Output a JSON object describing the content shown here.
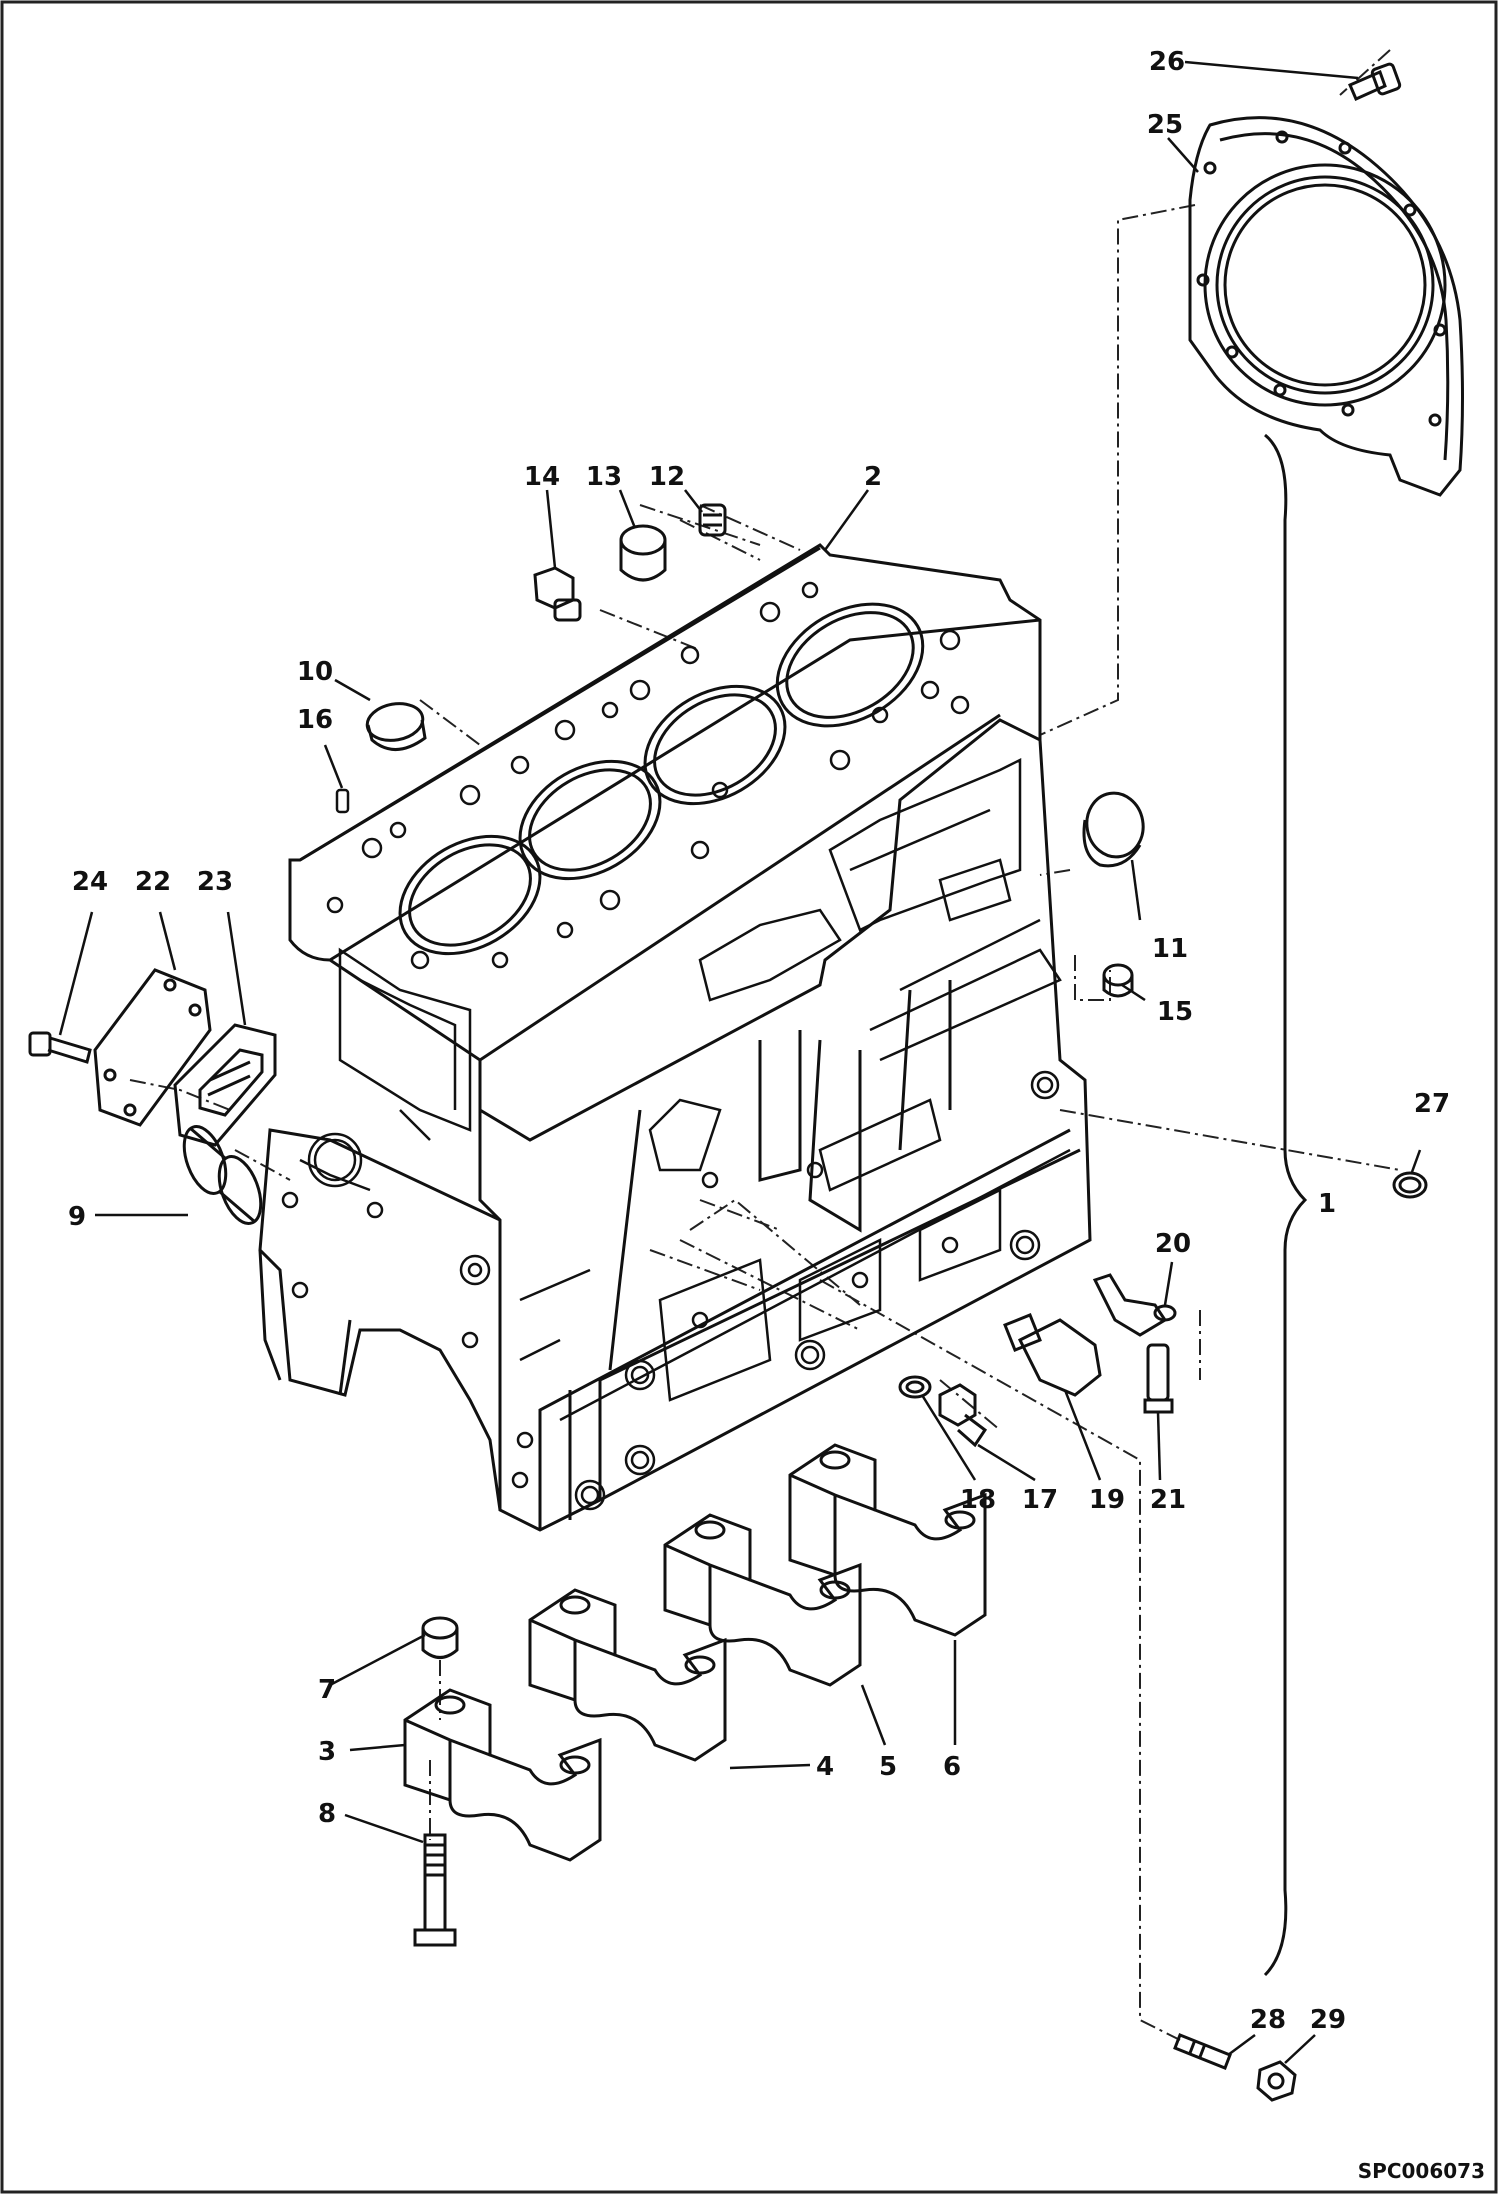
{
  "labels": {
    "p1": "1",
    "p2": "2",
    "p3": "3",
    "p4": "4",
    "p5": "5",
    "p6": "6",
    "p7": "7",
    "p8": "8",
    "p9": "9",
    "p10": "10",
    "p11": "11",
    "p12": "12",
    "p13": "13",
    "p14": "14",
    "p15": "15",
    "p16": "16",
    "p17": "17",
    "p18": "18",
    "p19": "19",
    "p20": "20",
    "p21": "21",
    "p22": "22",
    "p23": "23",
    "p24": "24",
    "p25": "25",
    "p26": "26",
    "p27": "27",
    "p28": "28",
    "p29": "29"
  },
  "doc_code": "SPC006073"
}
